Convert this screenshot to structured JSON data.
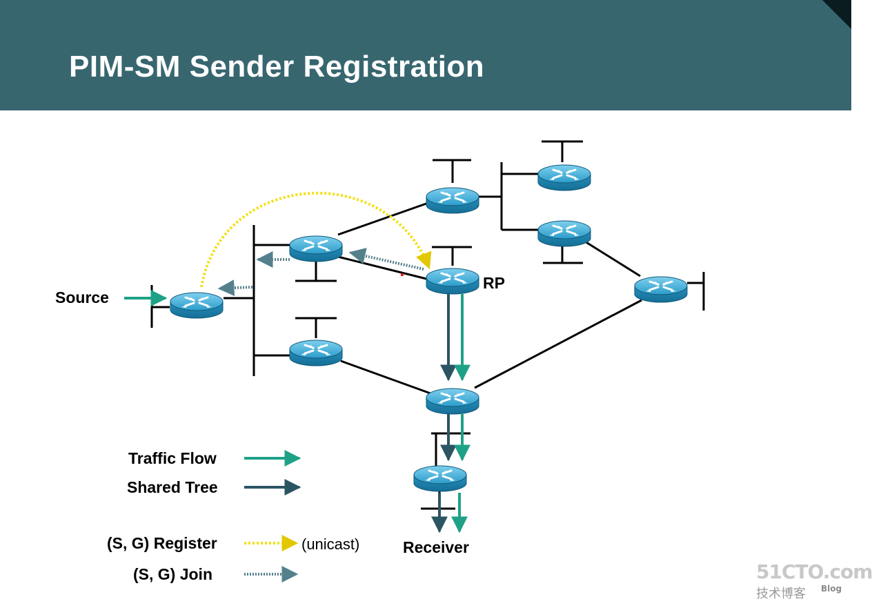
{
  "title": "PIM-SM Sender Registration",
  "labels": {
    "source": "Source",
    "rp": "RP",
    "receiver": "Receiver"
  },
  "legend": {
    "traffic_flow": "Traffic Flow",
    "shared_tree": "Shared Tree",
    "register": "(S, G) Register",
    "register_note": "(unicast)",
    "join": "(S, G) Join"
  },
  "colors": {
    "header": "#37666f",
    "traffic_flow": "#1fa187",
    "shared_tree": "#2c5563",
    "register": "#f2e016",
    "join": "#54808c",
    "router": "#2a98c8"
  },
  "watermark": {
    "brand": "51CTO.com",
    "sub": "技术博客",
    "blog": "Blog"
  }
}
